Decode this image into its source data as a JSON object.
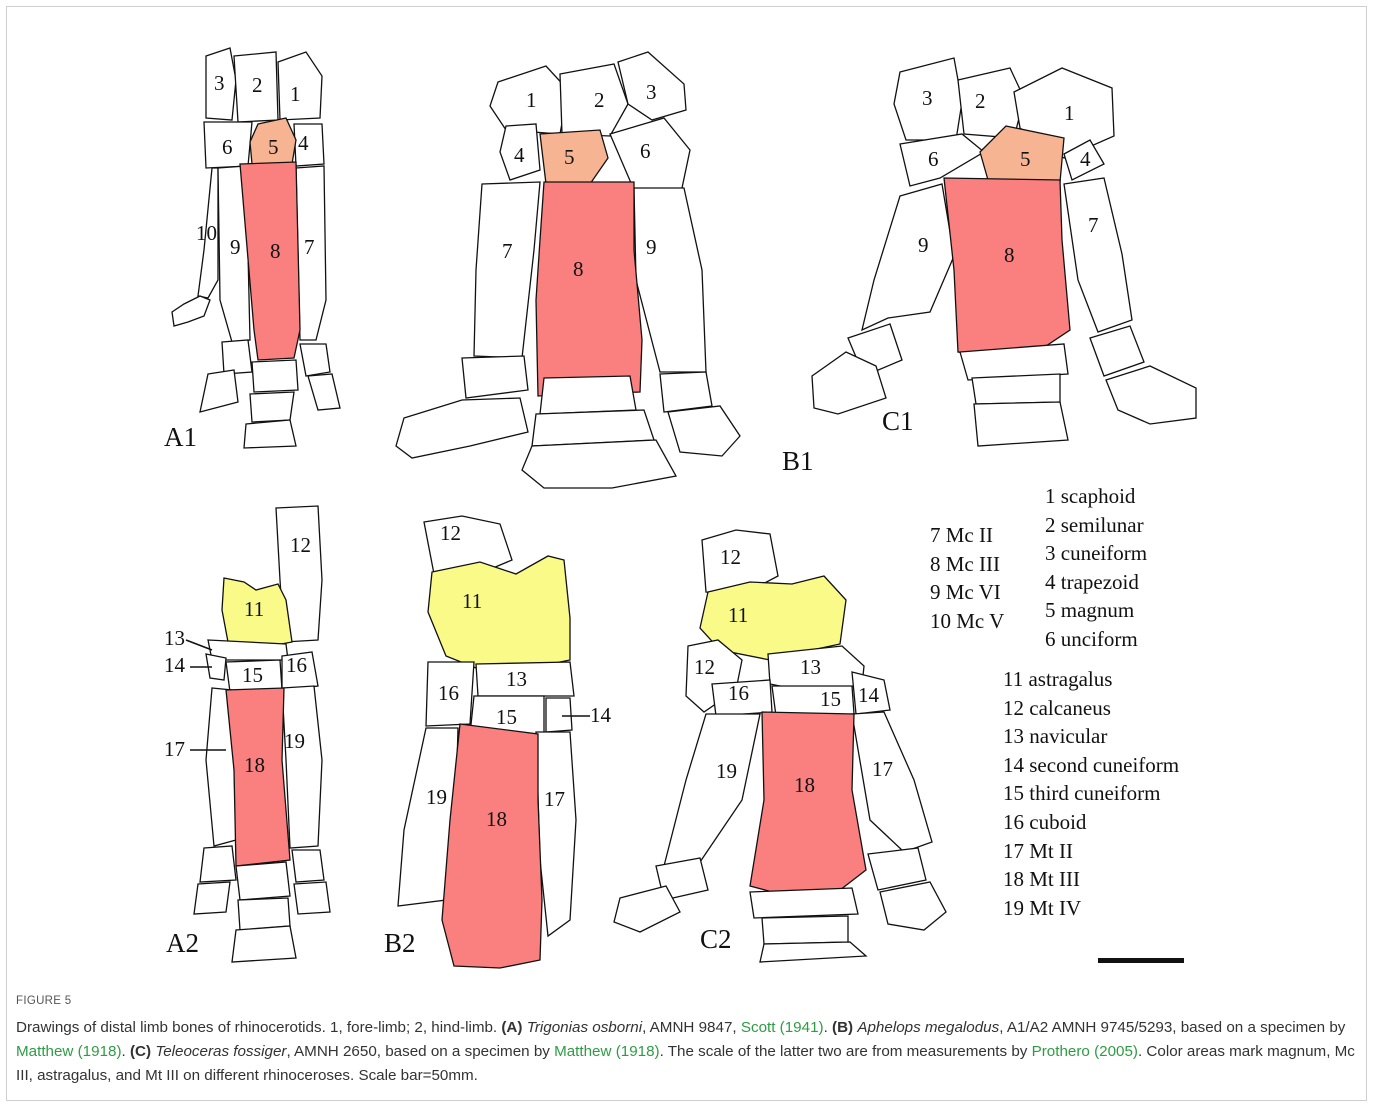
{
  "panels": [
    "A1",
    "B1",
    "C1",
    "A2",
    "B2",
    "C2"
  ],
  "bone_numbers": [
    "1",
    "2",
    "3",
    "4",
    "5",
    "6",
    "7",
    "8",
    "9",
    "10",
    "11",
    "12",
    "13",
    "14",
    "15",
    "16",
    "17",
    "18",
    "19"
  ],
  "legend_metacarpals": [
    "7 Mc II",
    "8 Mc III",
    "9 Mc VI",
    "10 Mc V"
  ],
  "legend_carpals": [
    "1 scaphoid",
    "2 semilunar",
    "3 cuneiform",
    "4 trapezoid",
    "5 magnum",
    "6 unciform"
  ],
  "legend_tarsals": [
    "11 astragalus",
    "12 calcaneus",
    "13 navicular",
    "14 second cuneiform",
    "15 third cuneiform",
    "16 cuboid",
    "17 Mt II",
    "18 Mt III",
    "19 Mt IV"
  ],
  "colors": {
    "magnum": "#f7b492",
    "mc3_mt3": "#fa8080",
    "astragalus": "#fafa88",
    "link": "#2e9c44"
  },
  "caption": {
    "figure_label": "FIGURE 5",
    "intro": "Drawings of distal limb bones of rhinocerotids. 1, fore-limb; 2, hind-limb. ",
    "a_label": "(A)",
    "a_species": "Trigonias osborni",
    "a_specimen": ", AMNH 9847, ",
    "a_ref": "Scott (1941)",
    "a_end": ". ",
    "b_label": "(B)",
    "b_species": "Aphelops megalodus",
    "b_specimen": ", A1/A2 AMNH 9745/5293, based on a specimen by ",
    "b_ref": "Matthew (1918)",
    "b_end": ". ",
    "c_label": "(C)",
    "c_species": "Teleoceras fossiger",
    "c_specimen": ", AMNH 2650, based on a specimen by ",
    "c_ref": "Matthew (1918)",
    "c_end": ". The scale of the latter two are from measurements by ",
    "d_ref": "Prothero (2005)",
    "d_end": ". Color areas mark magnum, Mc III, astragalus, and Mt III on different rhinoceroses. Scale bar=50mm."
  }
}
